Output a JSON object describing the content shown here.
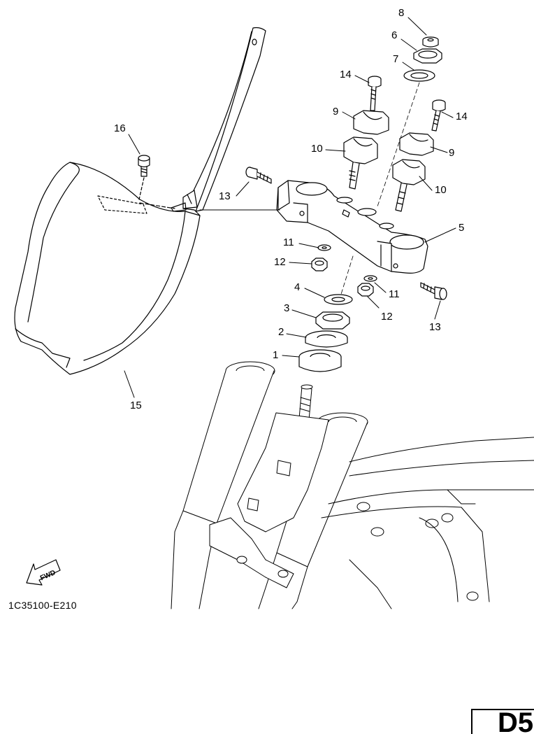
{
  "diagram": {
    "callouts": [
      {
        "id": "c8",
        "text": "8"
      },
      {
        "id": "c6",
        "text": "6"
      },
      {
        "id": "c7",
        "text": "7"
      },
      {
        "id": "c14a",
        "text": "14"
      },
      {
        "id": "c9a",
        "text": "9"
      },
      {
        "id": "c16",
        "text": "16"
      },
      {
        "id": "c14b",
        "text": "14"
      },
      {
        "id": "c9b",
        "text": "9"
      },
      {
        "id": "c10a",
        "text": "10"
      },
      {
        "id": "c10b",
        "text": "10"
      },
      {
        "id": "c13a",
        "text": "13"
      },
      {
        "id": "c5",
        "text": "5"
      },
      {
        "id": "c11a",
        "text": "11"
      },
      {
        "id": "c12a",
        "text": "12"
      },
      {
        "id": "c4",
        "text": "4"
      },
      {
        "id": "c11b",
        "text": "11"
      },
      {
        "id": "c12b",
        "text": "12"
      },
      {
        "id": "c13b",
        "text": "13"
      },
      {
        "id": "c3",
        "text": "3"
      },
      {
        "id": "c2",
        "text": "2"
      },
      {
        "id": "c1",
        "text": "1"
      },
      {
        "id": "c15",
        "text": "15"
      }
    ],
    "direction_arrow": "FWD",
    "drawing_code": "1C35100-E210",
    "page_code": "D5"
  }
}
